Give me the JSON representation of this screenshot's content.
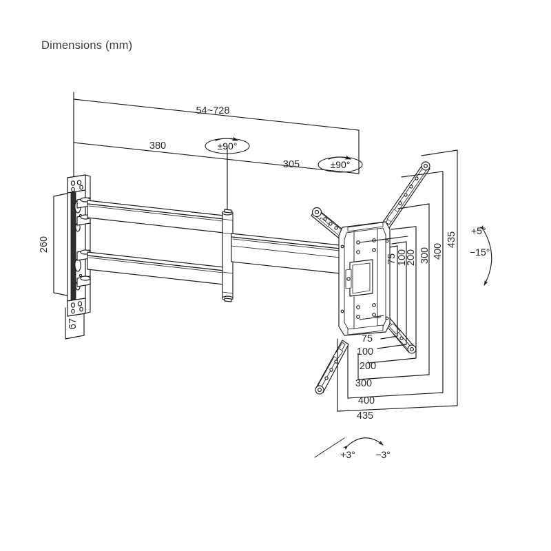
{
  "page": {
    "title": "Dimensions (mm)",
    "background": "#ffffff",
    "line_color": "#1a1a1a",
    "text_color": "#2b2b2b"
  },
  "drawing": {
    "kind": "technical-dimension-drawing",
    "subject": "full-motion TV wall mount bracket",
    "units": "mm",
    "horizontal_dimensions": [
      {
        "name": "extension-range",
        "label": "54~728"
      },
      {
        "name": "arm-one-length",
        "label": "380"
      },
      {
        "name": "arm-two-length",
        "label": "305"
      }
    ],
    "vertical_dimensions": [
      {
        "name": "wall-plate-height",
        "label": "260"
      },
      {
        "name": "wall-plate-depth",
        "label": "67"
      }
    ],
    "vesa_vertical": [
      {
        "name": "vesa-v-75",
        "label": "75"
      },
      {
        "name": "vesa-v-100",
        "label": "100"
      },
      {
        "name": "vesa-v-200",
        "label": "200"
      },
      {
        "name": "vesa-v-300",
        "label": "300"
      },
      {
        "name": "vesa-v-400",
        "label": "400"
      },
      {
        "name": "panel-height-435",
        "label": "435"
      }
    ],
    "vesa_horizontal": [
      {
        "name": "vesa-h-75",
        "label": "75"
      },
      {
        "name": "vesa-h-100",
        "label": "100"
      },
      {
        "name": "vesa-h-200",
        "label": "200"
      },
      {
        "name": "vesa-h-300",
        "label": "300"
      },
      {
        "name": "vesa-h-400",
        "label": "400"
      },
      {
        "name": "panel-width-435",
        "label": "435"
      }
    ],
    "angles": [
      {
        "name": "swivel-joint-one",
        "label": "±90°"
      },
      {
        "name": "swivel-joint-two",
        "label": "±90°"
      },
      {
        "name": "tilt-up",
        "label": "+5°"
      },
      {
        "name": "tilt-down",
        "label": "−15°"
      },
      {
        "name": "rotate-clockwise",
        "label": "+3°"
      },
      {
        "name": "rotate-counterclockwise",
        "label": "−3°"
      }
    ]
  },
  "chart_data": {
    "type": "table",
    "title": "Dimensions (mm)",
    "xlabel": "",
    "ylabel": "",
    "categories": [
      "extension range",
      "arm 1 length",
      "arm 2 length",
      "wall plate height",
      "wall plate depth",
      "VESA 75",
      "VESA 100",
      "VESA 200",
      "VESA 300",
      "VESA 400",
      "panel span 435",
      "swivel",
      "tilt up",
      "tilt down",
      "rotation"
    ],
    "values": [
      "54~728",
      "380",
      "305",
      "260",
      "67",
      "75",
      "100",
      "200",
      "300",
      "400",
      "435",
      "±90°",
      "+5°",
      "−15°",
      "+3° / −3°"
    ]
  }
}
